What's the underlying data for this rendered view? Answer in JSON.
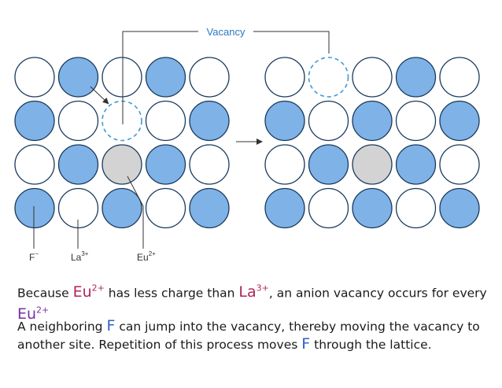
{
  "diagram": {
    "vacancy_label": "Vacancy",
    "legend": {
      "fluoride": "F",
      "fluoride_sup": "−",
      "lanthanum": "La",
      "lanthanum_sup": "3+",
      "europium": "Eu",
      "europium_sup": "2+"
    },
    "colors": {
      "fluoride_fill": "#7fb2e6",
      "lanthanum_fill": "#ffffff",
      "europium_fill": "#d3d3d3",
      "outline": "#1a3a5c",
      "vacancy_stroke": "#3b9ad9",
      "line": "#333333"
    },
    "left_lattice": [
      [
        "La",
        "F",
        "La",
        "F",
        "La"
      ],
      [
        "F",
        "La",
        "vacancy",
        "La",
        "F"
      ],
      [
        "La",
        "F",
        "Eu",
        "F",
        "La"
      ],
      [
        "F",
        "La",
        "F",
        "La",
        "F"
      ]
    ],
    "right_lattice": [
      [
        "La",
        "vacancy",
        "La",
        "F",
        "La"
      ],
      [
        "F",
        "La",
        "F",
        "La",
        "F"
      ],
      [
        "La",
        "F",
        "Eu",
        "F",
        "La"
      ],
      [
        "F",
        "La",
        "F",
        "La",
        "F"
      ]
    ]
  },
  "caption": {
    "line1_part1": "Because ",
    "line1_eu": "Eu",
    "line1_eu_sup": "2+",
    "line1_part2": " has less charge than ",
    "line1_la": "La",
    "line1_la_sup": "3+",
    "line1_part3": ", an anion vacancy occurs for every ",
    "line1_eu2": "Eu",
    "line1_eu2_sup": "2+",
    "line2_part1": "A neighboring ",
    "line2_f1": "F",
    "line2_part2": " can jump into the vacancy, thereby moving the vacancy to another site. Repetition of this process moves ",
    "line2_f2": "F",
    "line2_part3": " through the lattice."
  }
}
